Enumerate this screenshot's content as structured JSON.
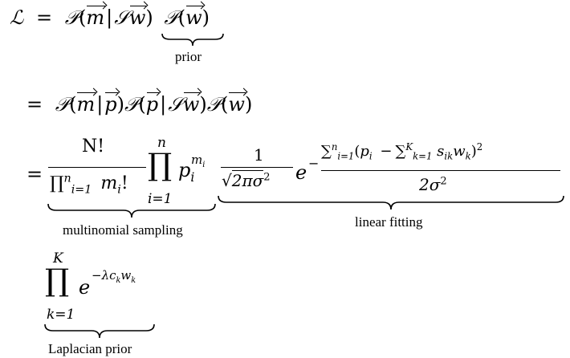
{
  "lines": {
    "l1_lhs": "ℒ",
    "eq": "=",
    "P": "𝒫",
    "S": "𝒮",
    "m": "m",
    "w": "w",
    "p": "p",
    "bar": "|",
    "lp": "(",
    "rp": ")"
  },
  "labels": {
    "prior": "prior",
    "multinomial": "multinomial sampling",
    "linear": "linear fitting",
    "laplacian": "Laplacian prior"
  },
  "terms": {
    "nfact": "N!",
    "prod_den": "∏",
    "prod_den_sup": "n",
    "prod_den_sub": "i=1",
    "mi_fact": "m",
    "mi_sub": "i",
    "fact": "!",
    "prod_sym": "∏",
    "prod_n": "n",
    "prod_i1": "i=1",
    "p_i": "p",
    "p_i_sub": "i",
    "p_i_sup_m": "m",
    "p_i_sup_sub": "i",
    "one": "1",
    "sqrt": "√",
    "twopisig": "2πσ",
    "two": "2",
    "exp_e": "e",
    "exp_minus": "−",
    "sum": "∑",
    "sum_n": "n",
    "sum_i1": "i=1",
    "sum_K": "K",
    "sum_k1": "k=1",
    "s_ik": "s",
    "s_ik_sub": "ik",
    "w_k": "w",
    "w_k_sub": "k",
    "two_sigma2": "2σ",
    "prodK": "K",
    "prod_k1": "k=1",
    "lambda_exp": "−λc",
    "c_sub": "k",
    "w_exp": "w"
  }
}
